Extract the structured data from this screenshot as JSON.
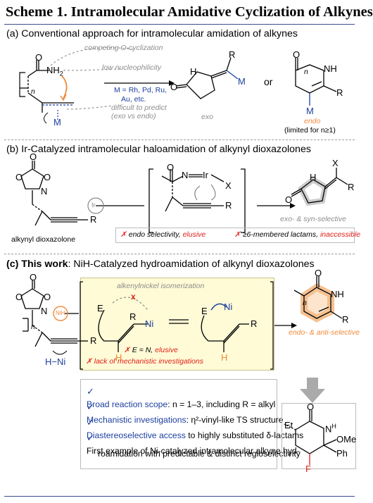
{
  "title": "Scheme 1. Intramolecular Amidative Cyclization of Alkynes",
  "section_a": {
    "heading": "(a) Conventional approach for intramolecular amidation of alkynes",
    "competing": "competing O-cyclization",
    "low_nuc": "low nucleophilicity",
    "difficult": "difficult to predict",
    "exo_vs_endo": "(exo vs endo)",
    "metals_line1": "M = Rh, Pd, Ru,",
    "metals_line2": "Au, etc.",
    "or": "or",
    "exo": "exo",
    "endo": "endo",
    "limited": "(limited for n≥1)",
    "atoms": {
      "O": "O",
      "NH2": "NH",
      "two": "2",
      "M": "M",
      "n": "n",
      "R": "R",
      "H": "H",
      "NH": "NH"
    }
  },
  "section_b": {
    "heading": "(b) Ir-Catalyzed intramolecular haloamidation of alkynyl dioxazolones",
    "alkynyl_dioxazolone": "alkynyl dioxazolone",
    "ir": "Ir",
    "selective": "exo- & syn-selective",
    "bad1_a": "endo selectivity, ",
    "bad1_b": "elusive",
    "bad2_a": "≥6-membered lactams, ",
    "bad2_b": "inaccessible",
    "cross": "✗",
    "atoms": {
      "O": "O",
      "N": "N",
      "R": "R",
      "Ir": "Ir",
      "X": "X",
      "H": "H"
    }
  },
  "section_c": {
    "heading_bold": "(c) This work",
    "heading_rest": ": NiH-Catalyzed hydroamidation of alkynyl dioxazolones",
    "isomerization": "alkenylnickel isomerization",
    "nih": "NiH",
    "hni": "H−Ni",
    "e_eq_n_a": "E = N, ",
    "e_eq_n_b": "elusive",
    "lack": "lack of mechanistic investigations",
    "selective": "endo- & anti-selective",
    "atoms": {
      "E": "E",
      "Ni": "Ni",
      "R": "R",
      "H": "H",
      "n": "n",
      "NH": "NH",
      "O": "O",
      "x": "x"
    },
    "summary": [
      {
        "check": "✓",
        "blue": "Broad reaction scope",
        "rest": ": n = 1–3, including R = alkyl"
      },
      {
        "check": "✓",
        "blue": "Mechanistic investigations",
        "rest": ": η²-vinyl-like TS structure"
      },
      {
        "check": "✓",
        "blue": "Diastereoselective access",
        "rest": " to highly substituted δ-lactams"
      },
      {
        "check": "✓",
        "blue": "",
        "rest": "First example of Ni-catalyzed intramolecular alkyne hyd-"
      },
      {
        "check": "",
        "blue": "",
        "rest": "roamidation with predictable & distinct regioselectivity"
      }
    ],
    "product": {
      "Et": "Et",
      "OMe": "OMe",
      "Ph": "Ph",
      "F": "F",
      "O": "O",
      "N": "N",
      "H": "H"
    }
  },
  "colors": {
    "accent_blue": "#1c3fa0",
    "orange": "#f08a3a",
    "red": "#e0201b",
    "gray": "#8c8c8c",
    "yellow_box": "#fffbd6"
  }
}
